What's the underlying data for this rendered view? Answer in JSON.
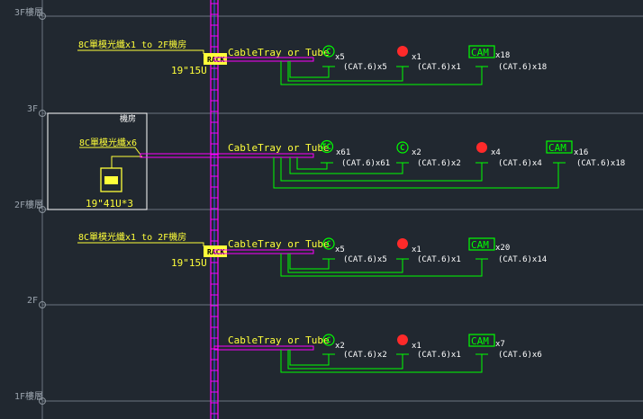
{
  "levels": {
    "l3f_floor": "3F樓層",
    "l3f": "3F",
    "l2f_floor": "2F樓層",
    "l2f": "2F",
    "l1f_floor": "1F樓層"
  },
  "equipment_room": {
    "label": "機房",
    "fiber_label": "8C單模光纖x6",
    "rack_size": "19\"41U*3"
  },
  "rack_label": "RACK",
  "tray_label": "CableTray or Tube",
  "rows": [
    {
      "fiber_label": "8C單模光纖x1  to  2F機房",
      "rack_size": "19\"15U",
      "devices": [
        {
          "icon": "C",
          "count": "x5",
          "cable": "(CAT.6)x5"
        },
        {
          "icon": "AP",
          "count": "x1",
          "cable": "(CAT.6)x1"
        },
        {
          "icon": "CAM",
          "count": "x18",
          "cable": "(CAT.6)x18"
        }
      ]
    },
    {
      "devices": [
        {
          "icon": "TC",
          "count": "x61",
          "cable": "(CAT.6)x61"
        },
        {
          "icon": "C",
          "count": "x2",
          "cable": "(CAT.6)x2"
        },
        {
          "icon": "AP",
          "count": "x4",
          "cable": "(CAT.6)x4"
        },
        {
          "icon": "CAM",
          "count": "x16",
          "cable": "(CAT.6)x18"
        }
      ]
    },
    {
      "fiber_label": "8C單模光纖x1  to  2F機房",
      "rack_size": "19\"15U",
      "devices": [
        {
          "icon": "C",
          "count": "x5",
          "cable": "(CAT.6)x5"
        },
        {
          "icon": "AP",
          "count": "x1",
          "cable": "(CAT.6)x1"
        },
        {
          "icon": "CAM",
          "count": "x20",
          "cable": "(CAT.6)x14"
        }
      ]
    },
    {
      "devices": [
        {
          "icon": "C",
          "count": "x2",
          "cable": "(CAT.6)x2"
        },
        {
          "icon": "AP",
          "count": "x1",
          "cable": "(CAT.6)x1"
        },
        {
          "icon": "CAM",
          "count": "x7",
          "cable": "(CAT.6)x6"
        }
      ]
    }
  ]
}
